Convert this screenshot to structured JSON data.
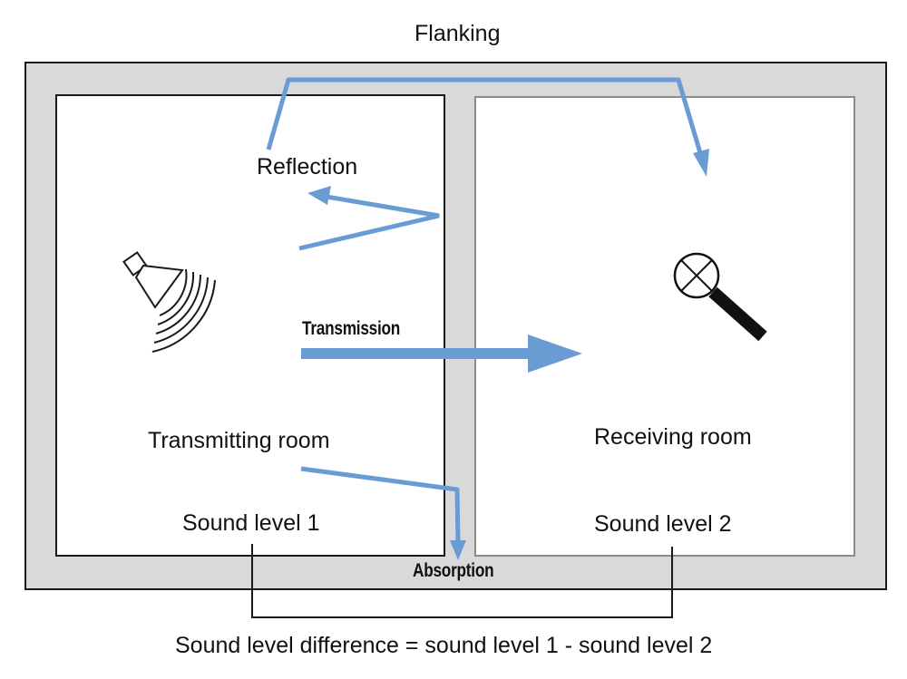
{
  "title": "Flanking",
  "labels": {
    "reflection": "Reflection",
    "transmission": "Transmission",
    "absorption": "Absorption",
    "transmitting_room": "Transmitting room",
    "receiving_room": "Receiving room",
    "sound_level_1": "Sound level 1",
    "sound_level_2": "Sound level 2",
    "difference": "Sound level difference = sound level 1 - sound level 2"
  },
  "icons": {
    "source": "loudspeaker-icon",
    "receiver": "microphone-icon"
  },
  "colors": {
    "arrow": "#6a9bd2",
    "building_fill": "#d9d9d9",
    "outline": "#1a1a1a"
  }
}
